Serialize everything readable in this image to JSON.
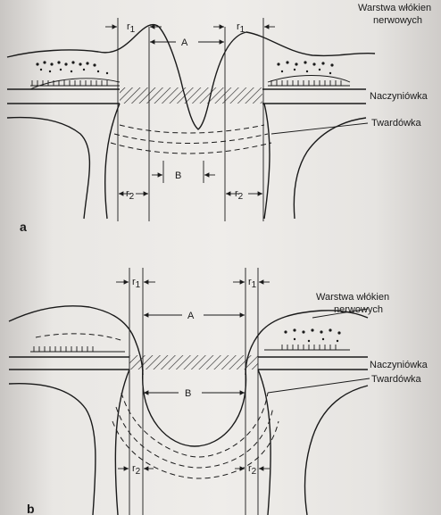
{
  "figure_a": {
    "panel_label": "a",
    "labels": {
      "nerve_fiber_layer_line1": "Warstwa włókien",
      "nerve_fiber_layer_line2": "nerwowych",
      "choroid": "Naczyniówka",
      "sclera": "Twardówka"
    },
    "dimensions": {
      "A": "A",
      "B": "B",
      "r1": "r",
      "r1_sub": "1",
      "r2": "r",
      "r2_sub": "2"
    }
  },
  "figure_b": {
    "panel_label": "b",
    "labels": {
      "nerve_fiber_layer_line1": "Warstwa włókien",
      "nerve_fiber_layer_line2": "nerwowych",
      "choroid": "Naczyniówka",
      "sclera": "Twardówka"
    },
    "dimensions": {
      "A": "A",
      "B": "B",
      "r1": "r",
      "r1_sub": "1",
      "r2": "r",
      "r2_sub": "2"
    }
  }
}
